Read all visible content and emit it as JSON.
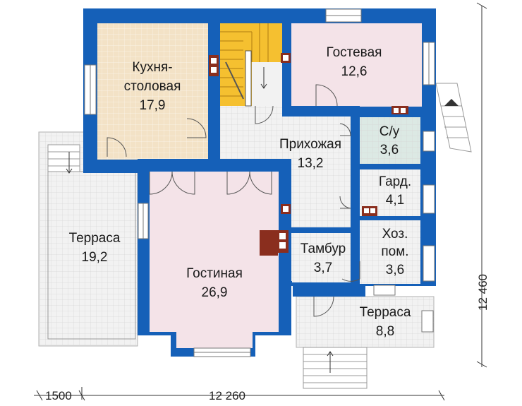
{
  "rooms": {
    "kitchen": {
      "name_line1": "Кухня-",
      "name_line2": "столовая",
      "area": "17,9"
    },
    "guest": {
      "name": "Гостевая",
      "area": "12,6"
    },
    "hall": {
      "name": "Прихожая",
      "area": "13,2"
    },
    "wc": {
      "name": "С/у",
      "area": "3,6"
    },
    "wardrobe": {
      "name": "Гард.",
      "area": "4,1"
    },
    "utility": {
      "name_line1": "Хоз.",
      "name_line2": "пом.",
      "area": "3,6"
    },
    "vestibule": {
      "name": "Тамбур",
      "area": "3,7"
    },
    "living": {
      "name": "Гостиная",
      "area": "26,9"
    },
    "terrace_left": {
      "name": "Терраса",
      "area": "19,2"
    },
    "terrace_front": {
      "name": "Терраса",
      "area": "8,8"
    }
  },
  "dimensions": {
    "bottom_left": "1500",
    "bottom_main": "12 260",
    "right": "12 460"
  },
  "colors": {
    "wall": "#1560b8",
    "kitchen_floor": "#f3e2c6",
    "guest_floor": "#f4e3e8",
    "living_floor": "#f4e3e8",
    "tiled_floor": "#f2f2f2",
    "wc_floor": "#dce9e4",
    "stair": "#f5c030",
    "chimney": "#8a2e1e"
  }
}
